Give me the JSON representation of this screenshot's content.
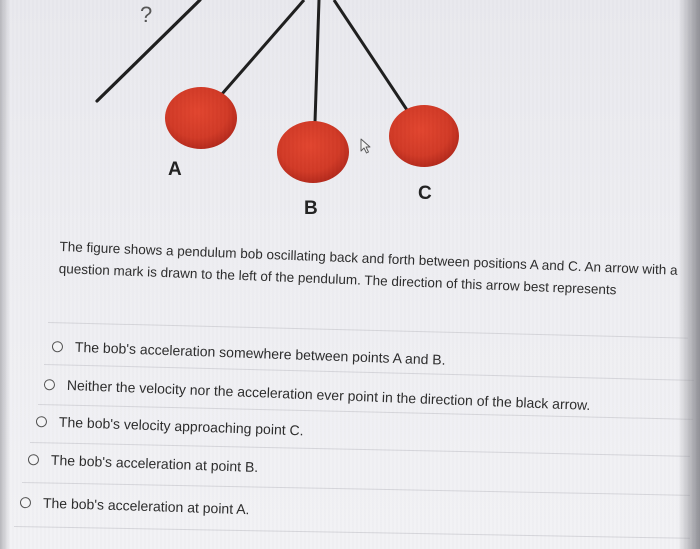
{
  "figure": {
    "question_mark": "?",
    "labels": {
      "a": "A",
      "b": "B",
      "c": "C"
    },
    "bob_color": "#d63a2a"
  },
  "question": {
    "text": "The figure shows a pendulum bob oscillating back and forth between positions A and C. An arrow with a question mark is drawn to the left of the pendulum. The direction of this arrow best represents"
  },
  "options": [
    {
      "label": "The bob's acceleration somewhere between points A and B."
    },
    {
      "label": "Neither the velocity nor the acceleration ever point in the direction of the black arrow."
    },
    {
      "label": "The bob's velocity approaching point C."
    },
    {
      "label": "The bob's acceleration at point B."
    },
    {
      "label": "The bob's acceleration at point A."
    }
  ]
}
